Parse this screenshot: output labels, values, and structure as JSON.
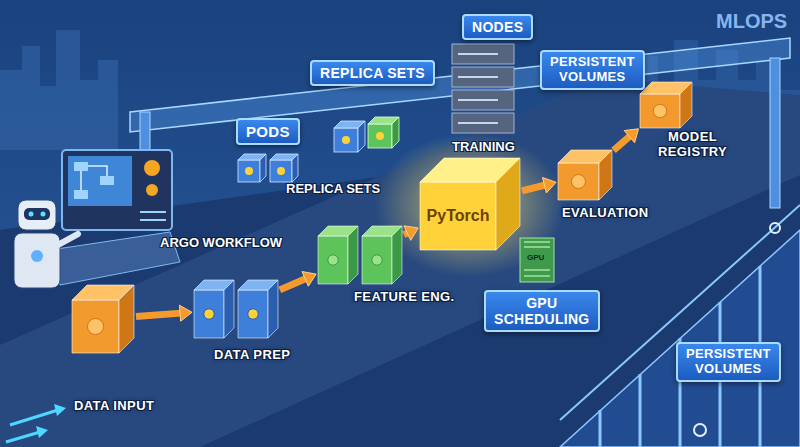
{
  "diagram": {
    "nodes": [
      {
        "text": [
          "DATA INPUT"
        ]
      },
      {
        "text": [
          "DATA PREP"
        ]
      },
      {
        "text": [
          "FEATURE ENG."
        ]
      },
      {
        "text": [
          "PyTorch"
        ]
      },
      {
        "text": [
          "EVALUATION"
        ]
      },
      {
        "text": [
          "MODEL REGISTRY"
        ]
      },
      {
        "text": [
          "PODS"
        ]
      },
      {
        "text": [
          "REPLICA SETS"
        ]
      },
      {
        "text": [
          "NODES"
        ]
      },
      {
        "text": [
          "PERSISTENT VOLUMES"
        ]
      },
      {
        "text": [
          "GPU SCHEDULING"
        ]
      },
      {
        "text": [
          "PERSISTENT VOLUMES"
        ]
      }
    ],
    "edges": [
      {
        "from": 0,
        "to": 1,
        "arrow": "to"
      },
      {
        "from": 1,
        "to": 2,
        "arrow": "to"
      },
      {
        "from": 2,
        "to": 3,
        "arrow": "to"
      },
      {
        "from": 3,
        "to": 4,
        "arrow": "to"
      },
      {
        "from": 4,
        "to": 5,
        "arrow": "to"
      }
    ],
    "labels": [
      "MLOPS",
      "TRAINING",
      "REPLICA SETS",
      "ARGO WORKFLOW",
      "GPU"
    ]
  }
}
